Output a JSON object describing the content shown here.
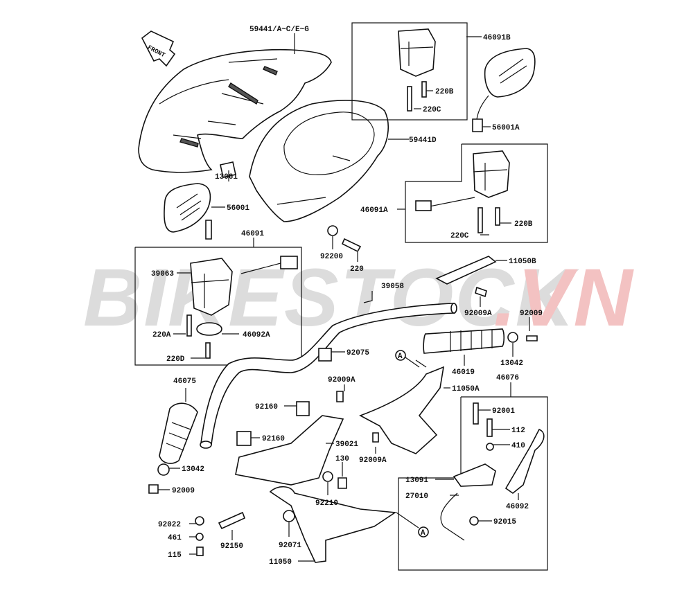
{
  "watermark": {
    "main": "BIKESTOCK",
    "suffix": ".VN",
    "main_color": "#d9d9d9",
    "suffix_color": "#f2b8b8"
  },
  "front_arrow": {
    "label": "FRONT"
  },
  "labels": {
    "p59441_ace_g": "59441/A~C/E~G",
    "p46091b": "46091B",
    "p220b_top": "220B",
    "p220c_top": "220C",
    "p56001a": "56001A",
    "p59441d": "59441D",
    "p13061": "13061",
    "p56001": "56001",
    "p46091": "46091",
    "p46091a": "46091A",
    "p220b_right": "220B",
    "p220c_right": "220C",
    "p92200": "92200",
    "p220": "220",
    "p11050b": "11050B",
    "p39063": "39063",
    "p39058": "39058",
    "p92009a_top": "92009A",
    "p92009_right": "92009",
    "p220a": "220A",
    "p46092a": "46092A",
    "p46019": "46019",
    "p13042_right": "13042",
    "p220d": "220D",
    "p92075": "92075",
    "p46075": "46075",
    "p92009a_mid": "92009A",
    "p11050a": "11050A",
    "p46076": "46076",
    "p92160_top": "92160",
    "p92001": "92001",
    "p112": "112",
    "p410": "410",
    "p92160_mid": "92160",
    "p39021": "39021",
    "p92009a_low": "92009A",
    "p13042_left": "13042",
    "p130": "130",
    "p13091": "13091",
    "p27010": "27010",
    "p92009_left": "92009",
    "p92210": "92210",
    "p46092": "46092",
    "p92015": "92015",
    "p92022": "92022",
    "p461": "461",
    "p92150": "92150",
    "p92071": "92071",
    "p115": "115",
    "p11050": "11050",
    "ref_a1": "A",
    "ref_a2": "A"
  }
}
